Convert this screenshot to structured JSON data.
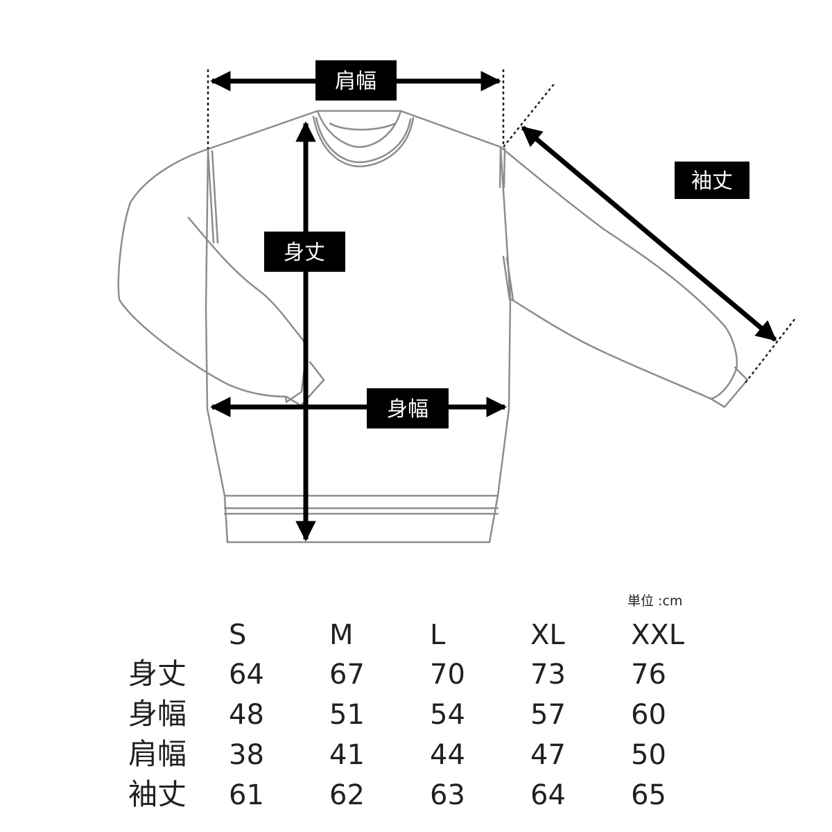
{
  "labels": {
    "shoulder_width": "肩幅",
    "body_length": "身丈",
    "body_width": "身幅",
    "sleeve_length": "袖丈"
  },
  "unit_note": "単位 :cm",
  "table": {
    "sizes": [
      "S",
      "M",
      "L",
      "XL",
      "XXL"
    ],
    "rows": [
      {
        "label": "身丈",
        "values": [
          "64",
          "67",
          "70",
          "73",
          "76"
        ]
      },
      {
        "label": "身幅",
        "values": [
          "48",
          "51",
          "54",
          "57",
          "60"
        ]
      },
      {
        "label": "肩幅",
        "values": [
          "38",
          "41",
          "44",
          "47",
          "50"
        ]
      },
      {
        "label": "袖丈",
        "values": [
          "61",
          "62",
          "63",
          "64",
          "65"
        ]
      }
    ]
  },
  "colors": {
    "garment_outline": "#8c8c8c",
    "arrow": "#000000",
    "label_bg": "#000000",
    "label_text": "#ffffff",
    "table_text": "#231f20"
  }
}
